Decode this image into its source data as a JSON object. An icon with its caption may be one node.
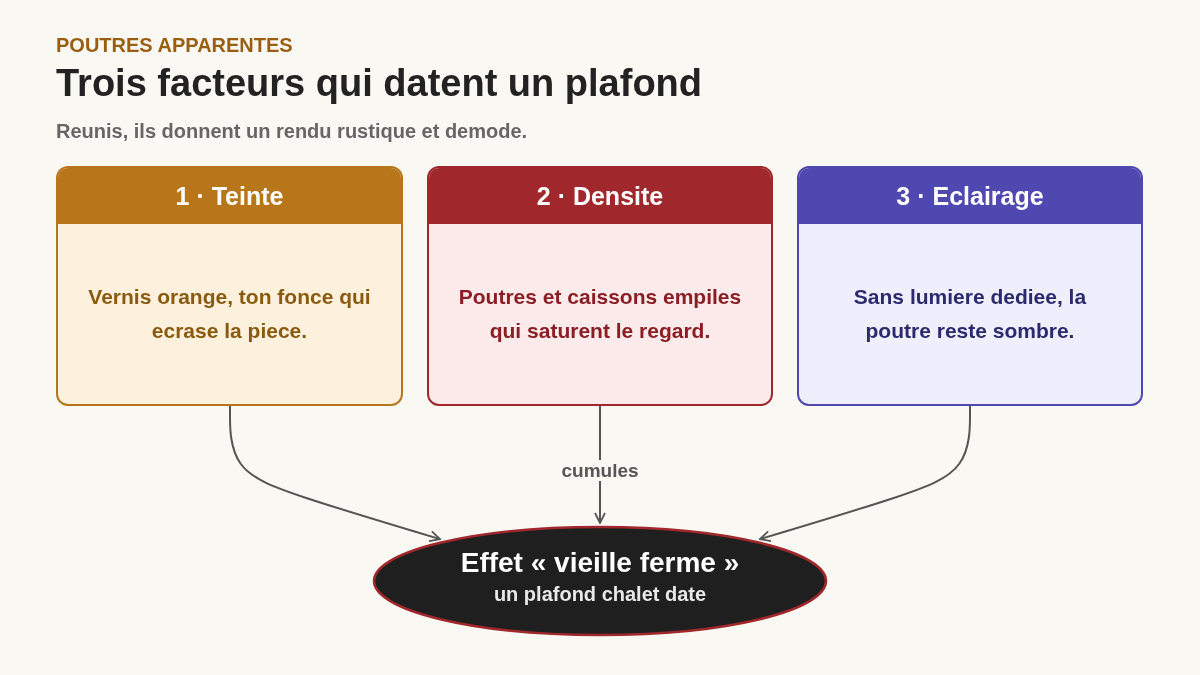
{
  "diagram": {
    "title": "Trois facteurs qui datent un plafond",
    "nodes": [
      {
        "text": [
          "1 · Teinte",
          "Vernis orange, ton fonce qui ecrase la piece."
        ]
      },
      {
        "text": [
          "2 · Densite",
          "Poutres et caissons empiles qui saturent le regard."
        ]
      },
      {
        "text": [
          "3 · Eclairage",
          "Sans lumiere dediee, la poutre reste sombre."
        ]
      },
      {
        "text": [
          "Effet « vieille ferme »",
          "un plafond chalet date"
        ]
      }
    ],
    "edges": [
      {
        "from": 0,
        "to": 3,
        "arrow": "to"
      },
      {
        "from": 1,
        "to": 3,
        "arrow": "to",
        "label": "cumules"
      },
      {
        "from": 2,
        "to": 3,
        "arrow": "to"
      }
    ],
    "labels": [
      "POUTRES APPARENTES",
      "Reunis, ils donnent un rendu rustique et demode."
    ]
  }
}
